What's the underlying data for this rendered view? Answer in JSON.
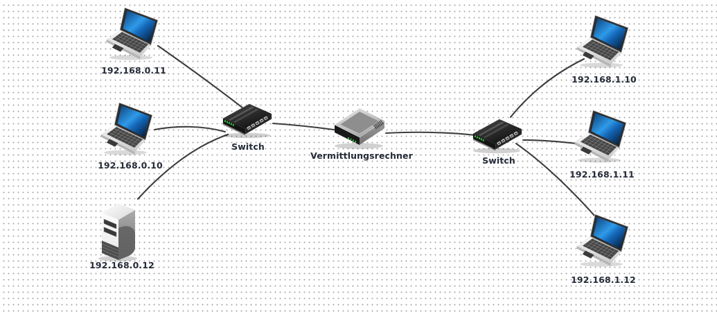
{
  "diagram": {
    "nodes": {
      "laptop_0_11": {
        "type": "laptop",
        "label": "192.168.0.11"
      },
      "laptop_0_10": {
        "type": "laptop",
        "label": "192.168.0.10"
      },
      "server_0_12": {
        "type": "server",
        "label": "192.168.0.12"
      },
      "switch_left": {
        "type": "switch",
        "label": "Switch"
      },
      "router_center": {
        "type": "router",
        "label": "Vermittlungsrechner"
      },
      "switch_right": {
        "type": "switch",
        "label": "Switch"
      },
      "laptop_1_10": {
        "type": "laptop",
        "label": "192.168.1.10"
      },
      "laptop_1_11": {
        "type": "laptop",
        "label": "192.168.1.11"
      },
      "laptop_1_12": {
        "type": "laptop",
        "label": "192.168.1.12"
      }
    },
    "edges": [
      {
        "from": "laptop_0_11",
        "to": "switch_left"
      },
      {
        "from": "laptop_0_10",
        "to": "switch_left"
      },
      {
        "from": "server_0_12",
        "to": "switch_left"
      },
      {
        "from": "switch_left",
        "to": "router_center"
      },
      {
        "from": "router_center",
        "to": "switch_right"
      },
      {
        "from": "switch_right",
        "to": "laptop_1_10"
      },
      {
        "from": "switch_right",
        "to": "laptop_1_11"
      },
      {
        "from": "switch_right",
        "to": "laptop_1_12"
      }
    ],
    "colors": {
      "edge": "#3d3d3d",
      "label": "#252b38",
      "background": "#ffffff",
      "grid_dot": "#a3a3a3",
      "led_green": "#3fd24a",
      "screen_blue": "#2f9ae8"
    }
  }
}
